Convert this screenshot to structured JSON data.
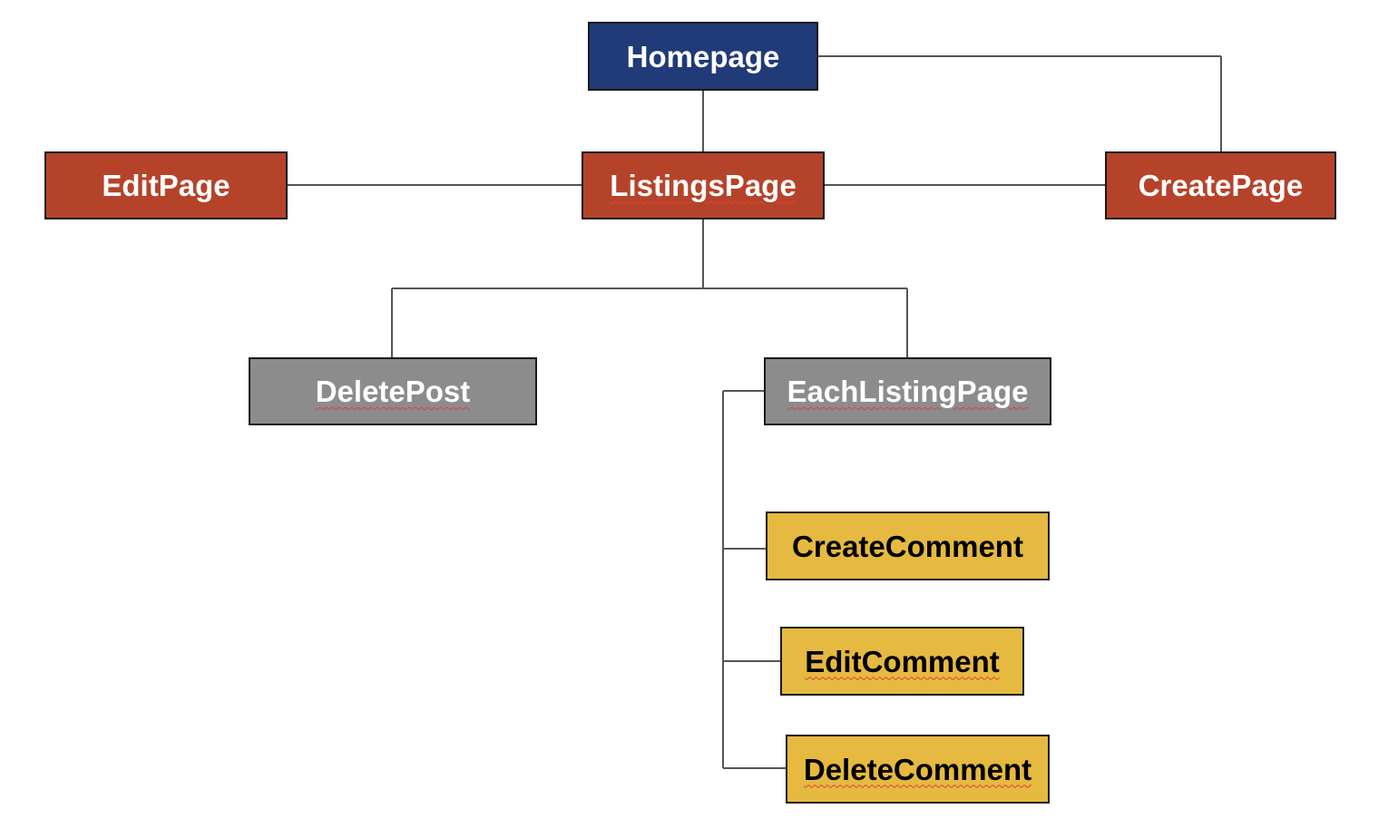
{
  "nodes": {
    "homepage": "Homepage",
    "editpage": "EditPage",
    "listingspage": "ListingsPage",
    "createpage": "CreatePage",
    "deletepost": "DeletePost",
    "eachlistingpage": "EachListingPage",
    "createcomment": "CreateComment",
    "editcomment": "EditComment",
    "deletecomment": "DeleteComment"
  },
  "colors": {
    "root": "#213a78",
    "level1": "#b5432a",
    "level2": "#8c8c8c",
    "level3": "#e6b940",
    "connector": "#555555",
    "spellcheck_underline": "#e0403a"
  },
  "edges": [
    [
      "homepage",
      "listingspage"
    ],
    [
      "homepage",
      "createpage"
    ],
    [
      "listingspage",
      "editpage"
    ],
    [
      "listingspage",
      "createpage"
    ],
    [
      "listingspage",
      "deletepost"
    ],
    [
      "listingspage",
      "eachlistingpage"
    ],
    [
      "eachlistingpage",
      "createcomment"
    ],
    [
      "eachlistingpage",
      "editcomment"
    ],
    [
      "eachlistingpage",
      "deletecomment"
    ]
  ]
}
